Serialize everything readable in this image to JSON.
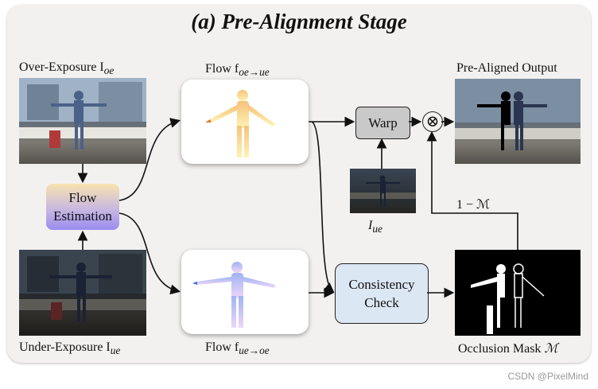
{
  "title": "(a) Pre-Alignment Stage",
  "labels": {
    "over_exposure": "Over-Exposure I",
    "over_exposure_sub": "oe",
    "under_exposure": "Under-Exposure I",
    "under_exposure_sub": "ue",
    "flow_top": "Flow f",
    "flow_top_sub": "oe→ue",
    "flow_bottom": "Flow f",
    "flow_bottom_sub": "ue→oe",
    "i_ue": "I",
    "i_ue_sub": "ue",
    "pre_aligned_output": "Pre-Aligned Output",
    "occlusion_mask": "Occlusion Mask ",
    "occlusion_mask_symbol": "ℳ",
    "one_minus_m": "1 − ℳ"
  },
  "nodes": {
    "flow_estimation_line1": "Flow",
    "flow_estimation_line2": "Estimation",
    "warp": "Warp",
    "consistency_line1": "Consistency",
    "consistency_line2": "Check",
    "multiply_symbol": "⊗"
  },
  "watermark": "CSDN @PixelMind",
  "colors": {
    "panel": "#f3f1f0",
    "warp_fill": "#c9c9c9",
    "consistency_fill": "#dce7f4"
  }
}
